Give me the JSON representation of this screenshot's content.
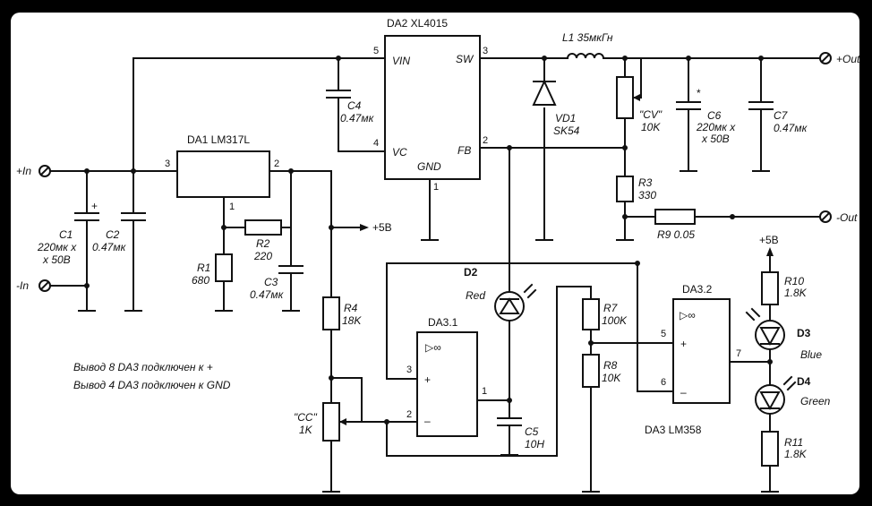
{
  "ic": {
    "da2": {
      "title": "DA2 XL4015",
      "vin": "VIN",
      "vc": "VC",
      "gnd": "GND",
      "sw": "SW",
      "fb": "FB",
      "p5": "5",
      "p4": "4",
      "p1": "1",
      "p3": "3",
      "p2": "2"
    },
    "da1": {
      "title": "DA1 LM317L",
      "p3": "3",
      "p2": "2",
      "p1": "1"
    },
    "da31": {
      "title": "DA3.1",
      "p3": "3",
      "p2": "2",
      "p1": "1",
      "plus": "+",
      "minus": "–",
      "sym": "▷∞"
    },
    "da32": {
      "title": "DA3.2",
      "p5": "5",
      "p6": "6",
      "p7": "7",
      "plus": "+",
      "minus": "–",
      "sym": "▷∞"
    },
    "da3": {
      "title": "DA3 LM358"
    }
  },
  "components": {
    "c1": {
      "name": "C1",
      "v1": "220мк x",
      "v2": "x 50B",
      "pol": "+"
    },
    "c2": {
      "name": "C2",
      "v1": "0.47мк"
    },
    "c3": {
      "name": "C3",
      "v1": "0.47мк"
    },
    "c4": {
      "name": "C4",
      "v1": "0.47мк"
    },
    "c5": {
      "name": "C5",
      "v1": "10H"
    },
    "c6": {
      "name": "C6",
      "v1": "220мк x",
      "v2": "x 50B",
      "pol": "*"
    },
    "c7": {
      "name": "C7",
      "v1": "0.47мк"
    },
    "r1": {
      "name": "R1",
      "v1": "680"
    },
    "r2": {
      "name": "R2",
      "v1": "220"
    },
    "r3": {
      "name": "R3",
      "v1": "330"
    },
    "r4": {
      "name": "R4",
      "v1": "18K"
    },
    "r7": {
      "name": "R7",
      "v1": "100K"
    },
    "r8": {
      "name": "R8",
      "v1": "10K"
    },
    "r9": {
      "name": "R9 0.05"
    },
    "r10": {
      "name": "R10",
      "v1": "1.8K"
    },
    "r11": {
      "name": "R11",
      "v1": "1.8K"
    },
    "cv": {
      "name": "\"CV\"",
      "v1": "10K"
    },
    "cc": {
      "name": "\"CC\"",
      "v1": "1K"
    },
    "l1": {
      "name": "L1 35мкГн"
    },
    "vd1": {
      "name": "VD1",
      "v1": "SK54"
    },
    "d2": {
      "name": "D2",
      "color": "Red"
    },
    "d3": {
      "name": "D3",
      "color": "Blue"
    },
    "d4": {
      "name": "D4",
      "color": "Green"
    }
  },
  "terminals": {
    "in_plus": "+In",
    "in_minus": "-In",
    "out_plus": "+Out",
    "out_minus": "-Out",
    "v5": "+5B",
    "v5b": "+5B"
  },
  "notes": {
    "line1": "Вывод 8 DA3 подключен к +",
    "line2": "Вывод 4 DA3 подключен к GND"
  }
}
